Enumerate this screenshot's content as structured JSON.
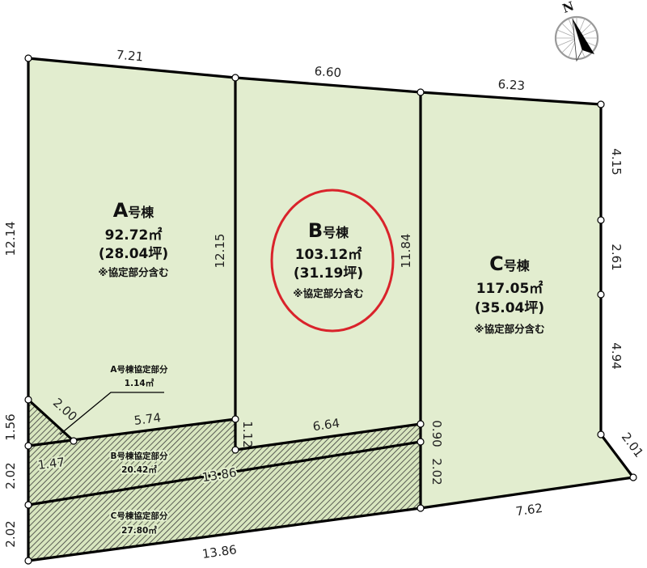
{
  "compass": {
    "label": "N",
    "icon": "north-arrow-compass-icon"
  },
  "colors": {
    "lot_fill": "#e2edcf",
    "hatch_fill": "#d8e6bf",
    "hatch_line": "#3a3a3a",
    "boundary": "#000000",
    "highlight_circle": "#d9232b"
  },
  "lots": [
    {
      "id": "A",
      "name_letter": "A",
      "name_suffix": "号棟",
      "area": "92.72㎡",
      "tsubo": "(28.04坪)",
      "note": "※協定部分含む",
      "highlighted": false
    },
    {
      "id": "B",
      "name_letter": "B",
      "name_suffix": "号棟",
      "area": "103.12㎡",
      "tsubo": "(31.19坪)",
      "note": "※協定部分含む",
      "highlighted": true
    },
    {
      "id": "C",
      "name_letter": "C",
      "name_suffix": "号棟",
      "area": "117.05㎡",
      "tsubo": "(35.04坪)",
      "note": "※協定部分含む",
      "highlighted": false
    }
  ],
  "agreement_areas": [
    {
      "lot": "A",
      "label": "A号棟協定部分",
      "area": "1.14㎡"
    },
    {
      "lot": "B",
      "label": "B号棟協定部分",
      "area": "20.42㎡"
    },
    {
      "lot": "C",
      "label": "C号棟協定部分",
      "area": "27.80㎡"
    }
  ],
  "dimensions": {
    "top_a": "7.21",
    "top_b": "6.60",
    "top_c": "6.23",
    "left_a": "12.14",
    "divider_ab": "12.15",
    "divider_bc": "11.84",
    "right_upper": "4.15",
    "right_middle": "2.61",
    "right_lower": "4.94",
    "corner_diag_right": "2.01",
    "bottom_c": "7.62",
    "corner_diag_left": "2.00",
    "a_bottom": "5.74",
    "b_bottom": "6.64",
    "b_notch": "1.12",
    "bc_notch_upper": "0.90",
    "bc_notch_lower": "2.02",
    "left_1": "1.56",
    "left_2": "2.02",
    "left_3": "2.02",
    "a_small_bottom": "1.47",
    "middle_road": "13.86",
    "bottom_road": "13.86"
  }
}
